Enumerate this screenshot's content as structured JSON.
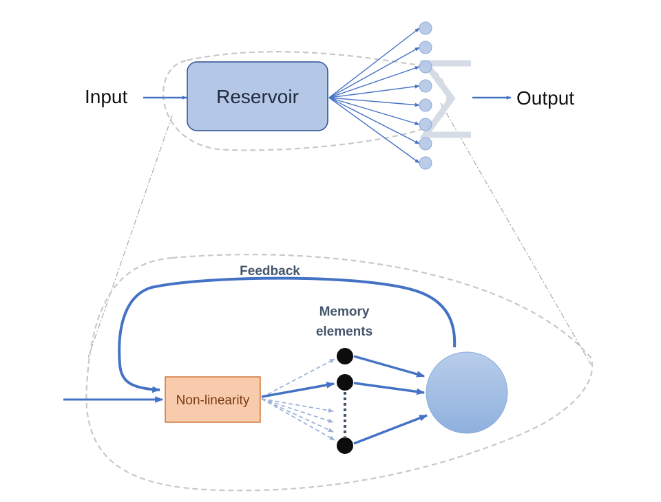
{
  "labels": {
    "input": "Input",
    "reservoir": "Reservoir",
    "output": "Output",
    "feedback": "Feedback",
    "memory_line1": "Memory",
    "memory_line2": "elements",
    "nonlinearity": "Non-linearity"
  },
  "colors": {
    "arrow_blue": "#4472c4",
    "reservoir_fill": "#b4c7e7",
    "reservoir_stroke": "#2f4f8f",
    "node_fill": "#b4c7e7",
    "nonlinearity_fill": "#f8cbad",
    "nonlinearity_stroke": "#c55a11",
    "memory_node": "#0d0d0d",
    "dashed_outline": "#c8c8c8",
    "sum_symbol": "#d6dce5"
  },
  "icons": {
    "summation": "sigma-icon"
  }
}
